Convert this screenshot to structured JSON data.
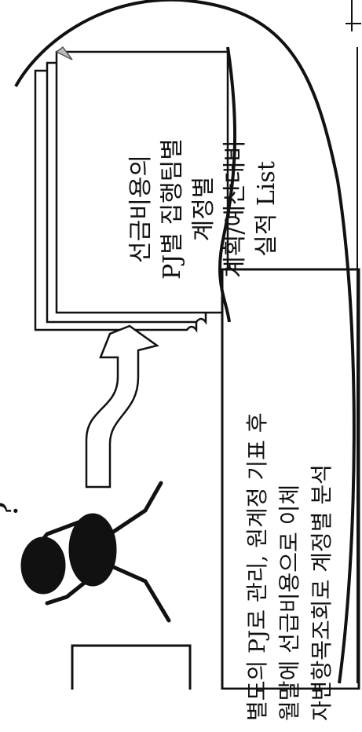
{
  "document_stack": {
    "lines": [
      "선금비용의",
      "PJ별 집행팀별",
      "계정별",
      "계획/예산대비",
      "실적 List"
    ]
  },
  "callout": {
    "lines": [
      "별도의 PJ로 관리, 원계정 기표 후",
      "월말에 선급비용으로 이체",
      "자변항목조회로 계정별 분석"
    ]
  },
  "figure": {
    "question_mark": "?"
  }
}
